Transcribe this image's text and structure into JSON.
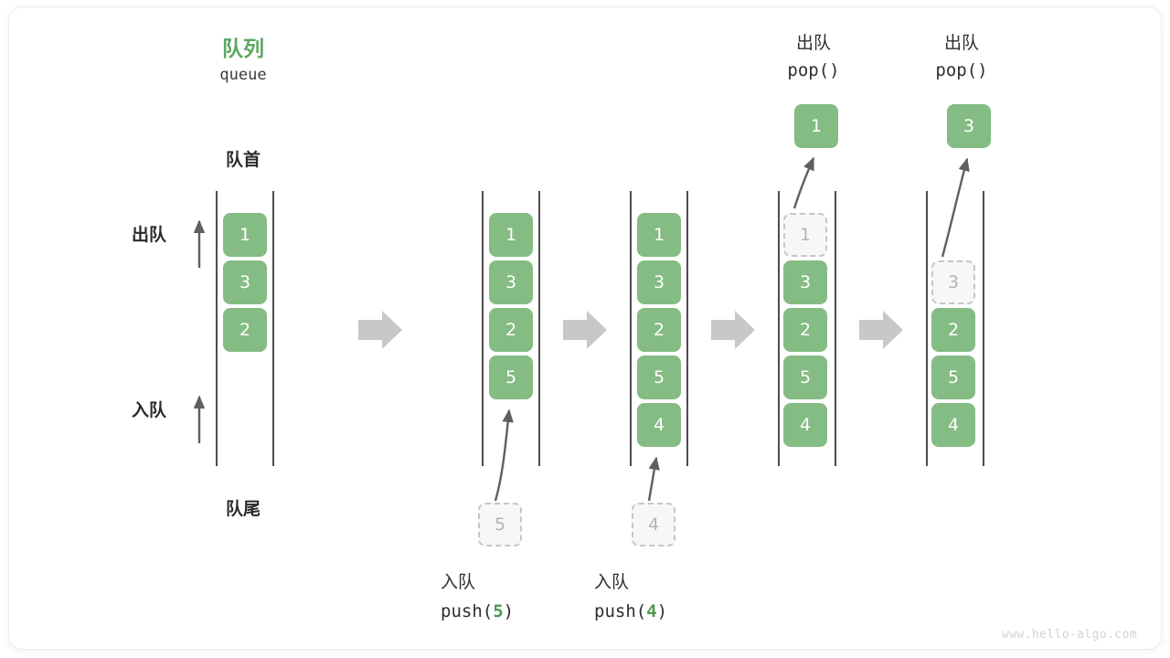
{
  "diagram": {
    "title_cn": "队列",
    "title_code": "queue",
    "front_label": "队首",
    "rear_label": "队尾",
    "dequeue_label": "出队",
    "enqueue_label": "入队",
    "watermark": "www.hello-algo.com",
    "accent_color": "#5ba861",
    "cell_color": "#84bc84",
    "ghost_color": "#b4b4b4",
    "arrow_color": "#c8c8c8"
  },
  "stages": [
    {
      "id": "initial",
      "header_cn": "",
      "header_code": "",
      "cells": [
        "1",
        "3",
        "2"
      ],
      "ghost_index": null,
      "popped_value": null,
      "pushed_value": null,
      "caption_cn": "",
      "caption_code": ""
    },
    {
      "id": "push5",
      "header_cn": "",
      "header_code": "",
      "cells": [
        "1",
        "3",
        "2",
        "5"
      ],
      "ghost_index": null,
      "popped_value": null,
      "pushed_value": "5",
      "caption_cn": "入队",
      "caption_code_prefix": "push(",
      "caption_code_num": "5",
      "caption_code_suffix": ")"
    },
    {
      "id": "push4",
      "header_cn": "",
      "header_code": "",
      "cells": [
        "1",
        "3",
        "2",
        "5",
        "4"
      ],
      "ghost_index": null,
      "popped_value": null,
      "pushed_value": "4",
      "caption_cn": "入队",
      "caption_code_prefix": "push(",
      "caption_code_num": "4",
      "caption_code_suffix": ")"
    },
    {
      "id": "pop1",
      "header_cn": "出队",
      "header_code": "pop()",
      "cells": [
        "1",
        "3",
        "2",
        "5",
        "4"
      ],
      "ghost_index": 0,
      "popped_value": "1",
      "pushed_value": null,
      "caption_cn": "",
      "caption_code": ""
    },
    {
      "id": "pop3",
      "header_cn": "出队",
      "header_code": "pop()",
      "cells": [
        "3",
        "2",
        "5",
        "4"
      ],
      "ghost_index": 0,
      "popped_value": "3",
      "pushed_value": null,
      "caption_cn": "",
      "caption_code": ""
    }
  ]
}
